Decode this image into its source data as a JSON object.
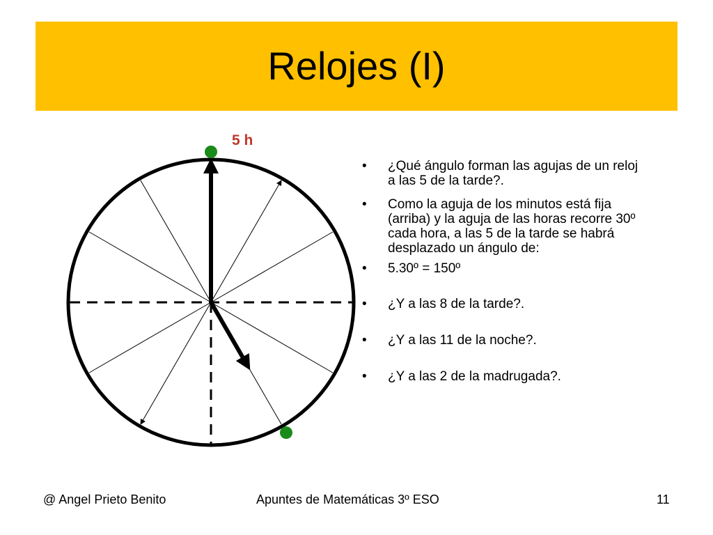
{
  "slide": {
    "title": "Relojes (I)",
    "colors": {
      "title_bar": "#ffc000",
      "label_red": "#c0392b",
      "dot_green": "#1a8a1a"
    }
  },
  "diagram": {
    "hour_label": "5 h",
    "hour_hand_angle_deg": 150,
    "minute_hand_angle_deg": 0
  },
  "bullets": [
    {
      "text": "¿Qué ángulo forman las agujas de un reloj a las 5 de la tarde?."
    },
    {
      "text": "Como la aguja de los minutos está fija (arriba) y la aguja de las horas recorre 30º cada hora, a las 5 de la tarde se habrá desplazado un ángulo de:"
    },
    {
      "text": "5.30º = 150º"
    },
    {
      "text": "¿Y a las 8 de la tarde?."
    },
    {
      "text": "¿Y a las 11 de la noche?."
    },
    {
      "text": "¿Y a las 2 de la madrugada?."
    }
  ],
  "footer": {
    "author": "@ Angel Prieto Benito",
    "course": "Apuntes de Matemáticas 3º ESO",
    "page_number": "11"
  }
}
